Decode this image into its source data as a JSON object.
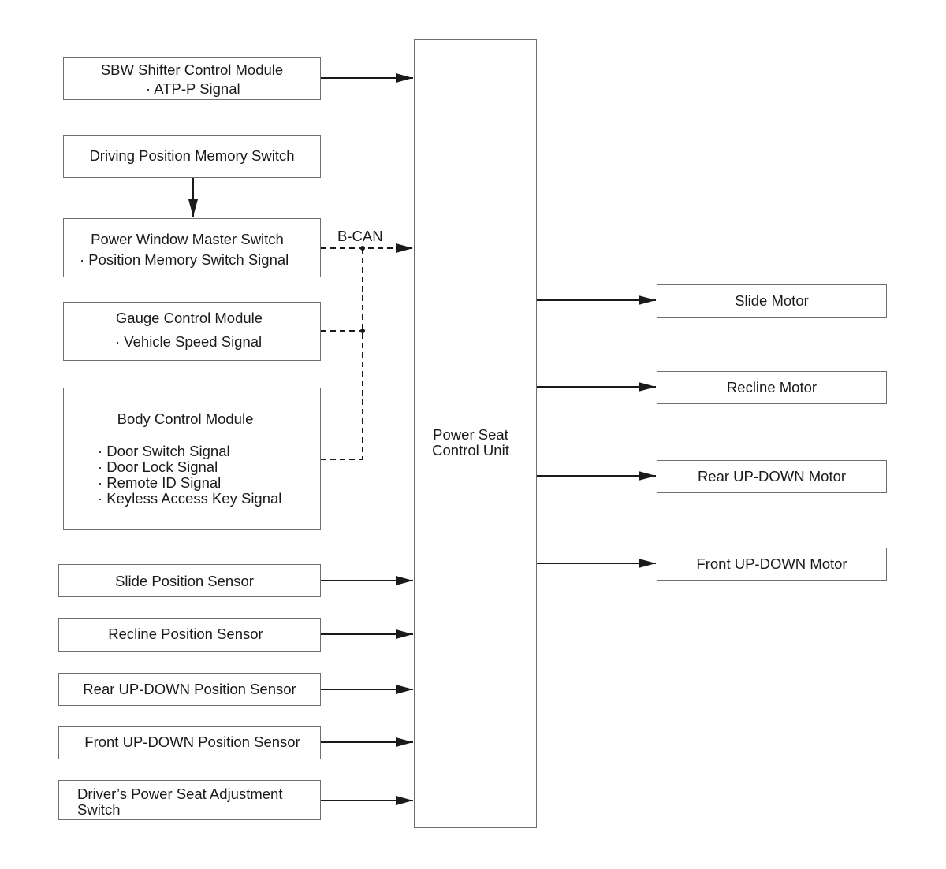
{
  "center": {
    "line1": "Power Seat",
    "line2": "Control Unit"
  },
  "bus_label": "B-CAN",
  "inputs": {
    "sbw": {
      "title": "SBW Shifter Control Module",
      "signal": "· ATP-P Signal"
    },
    "memory_switch": {
      "title": "Driving Position Memory Switch"
    },
    "power_window": {
      "title": "Power Window Master Switch",
      "signal": "· Position Memory Switch Signal"
    },
    "gauge": {
      "title": "Gauge Control Module",
      "signal": "· Vehicle Speed Signal"
    },
    "bcm": {
      "title": "Body Control Module",
      "signals": [
        "· Door Switch Signal",
        "· Door Lock Signal",
        "· Remote ID Signal",
        "· Keyless Access Key Signal"
      ]
    },
    "slide_sensor": {
      "title": "Slide Position Sensor"
    },
    "recline_sensor": {
      "title": "Recline Position Sensor"
    },
    "rear_sensor": {
      "title": "Rear UP-DOWN Position Sensor"
    },
    "front_sensor": {
      "title": "Front UP-DOWN Position Sensor"
    },
    "adjust_switch": {
      "line1": "Driver’s Power Seat Adjustment",
      "line2": "Switch"
    }
  },
  "outputs": {
    "slide_motor": "Slide Motor",
    "recline_motor": "Recline Motor",
    "rear_motor": "Rear UP-DOWN Motor",
    "front_motor": "Front UP-DOWN Motor"
  }
}
